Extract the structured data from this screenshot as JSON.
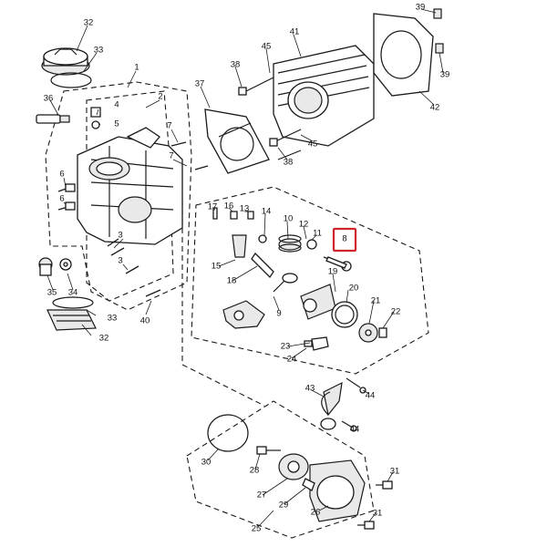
{
  "diagram": {
    "labels": [
      "1",
      "2",
      "3",
      "3",
      "4",
      "5",
      "6",
      "6",
      "7",
      "7",
      "8",
      "9",
      "10",
      "11",
      "12",
      "13",
      "14",
      "15",
      "16",
      "17",
      "18",
      "19",
      "20",
      "21",
      "22",
      "23",
      "24",
      "25",
      "26",
      "27",
      "28",
      "29",
      "30",
      "31",
      "31",
      "32",
      "32",
      "33",
      "33",
      "34",
      "35",
      "36",
      "37",
      "38",
      "38",
      "39",
      "39",
      "40",
      "41",
      "42",
      "43",
      "44",
      "44",
      "45",
      "45"
    ],
    "highlighted_label": "8",
    "highlight_color": "#d0252a",
    "line_color": "#1a1a1a"
  }
}
